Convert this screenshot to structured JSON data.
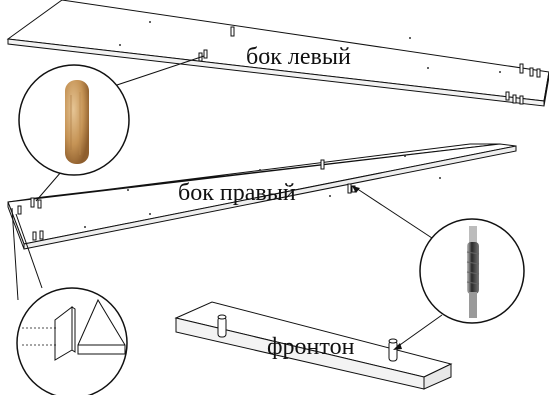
{
  "labels": {
    "left_side": "бок левый",
    "right_side": "бок правый",
    "front": "фронтон"
  },
  "parts": [
    {
      "id": "left-side-panel",
      "label_ref": "labels.left_side"
    },
    {
      "id": "right-side-panel",
      "label_ref": "labels.right_side"
    },
    {
      "id": "front-panel",
      "label_ref": "labels.front"
    }
  ],
  "callouts": [
    {
      "id": "wooden-dowel-callout",
      "depicts": "dowel"
    },
    {
      "id": "cam-bolt-callout",
      "depicts": "cam-bolt"
    },
    {
      "id": "edge-joint-callout",
      "depicts": "panel-joint"
    }
  ],
  "colors": {
    "line": "#111111",
    "panel_fill": "#ffffff",
    "dowel_light": "#d9b27c",
    "dowel_dark": "#9a6a36",
    "bolt_dark": "#1a1a1a"
  }
}
